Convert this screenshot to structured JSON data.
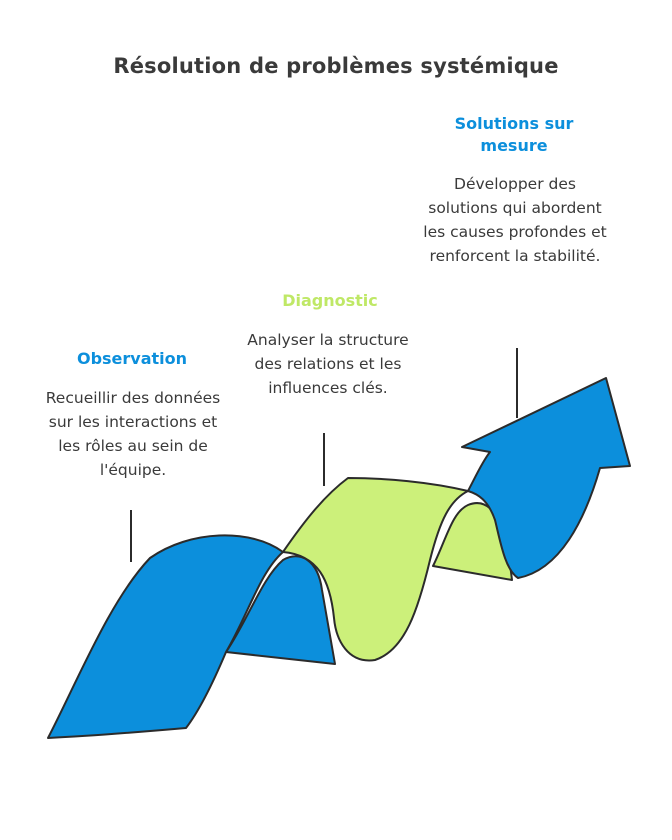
{
  "title": "Résolution de problèmes systémique",
  "colors": {
    "blue": "#0C8FDC",
    "green": "#CCF07A",
    "outline": "#2b2b2b",
    "text": "#3a3a3a"
  },
  "steps": [
    {
      "title": "Observation",
      "color": "#0C8FDC",
      "description": "Recueillir des données sur les interactions et les rôles au sein de l'équipe."
    },
    {
      "title": "Diagnostic",
      "color": "#CCF07A",
      "description": "Analyser la structure des relations et les influences clés."
    },
    {
      "title": "Solutions sur mesure",
      "color": "#0C8FDC",
      "description": "Développer des solutions qui abordent les causes profondes et renforcent la stabilité."
    }
  ]
}
